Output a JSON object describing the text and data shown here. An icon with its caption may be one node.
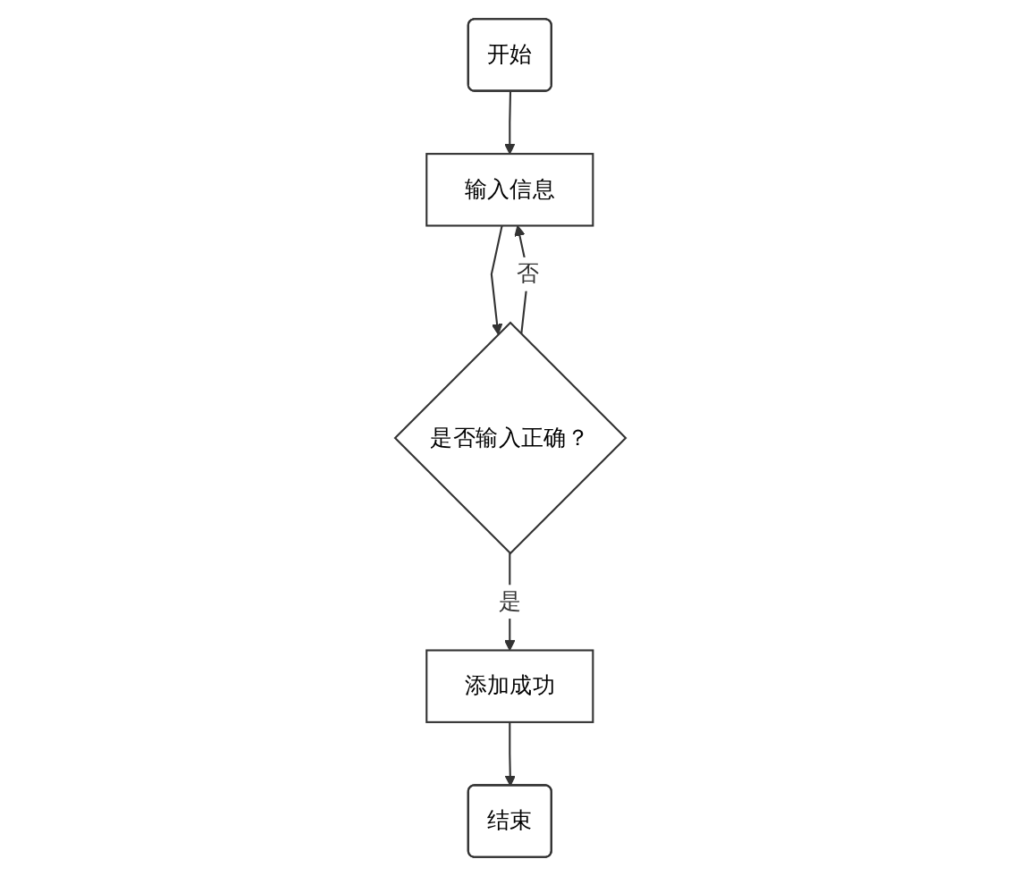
{
  "diagram": {
    "nodes": [
      {
        "text": [
          "开始"
        ]
      },
      {
        "text": [
          "输入信息"
        ]
      },
      {
        "text": [
          "是否输入正确？"
        ]
      },
      {
        "text": [
          "添加成功"
        ]
      },
      {
        "text": [
          "结束"
        ]
      }
    ],
    "edges": [
      {
        "from": 0,
        "to": 1,
        "arrow": "to"
      },
      {
        "from": 1,
        "to": 2,
        "arrow": "to"
      },
      {
        "from": 2,
        "to": 1,
        "arrow": "to",
        "label": "否"
      },
      {
        "from": 2,
        "to": 3,
        "arrow": "to",
        "label": "是"
      },
      {
        "from": 3,
        "to": 4,
        "arrow": "to"
      }
    ]
  }
}
